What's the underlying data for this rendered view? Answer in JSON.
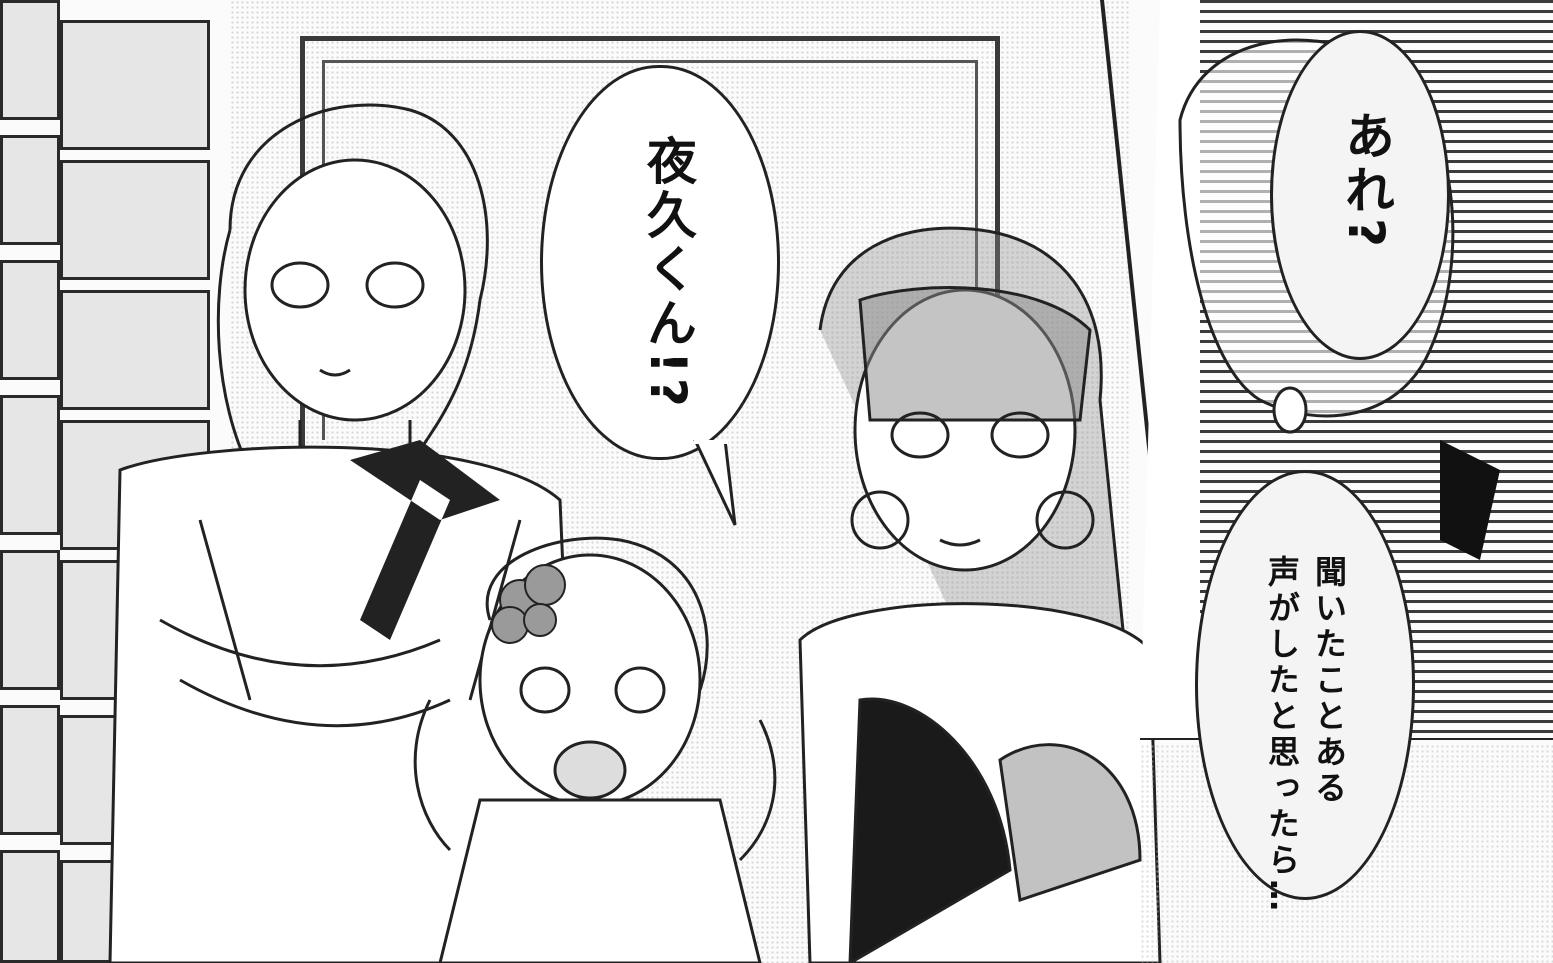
{
  "bubbles": {
    "yaku": {
      "text": "夜久くん!?"
    },
    "are": {
      "text": "あれ?"
    },
    "heard": {
      "line1": "聞いたことある",
      "line2": "声がしたと思ったら…"
    }
  }
}
